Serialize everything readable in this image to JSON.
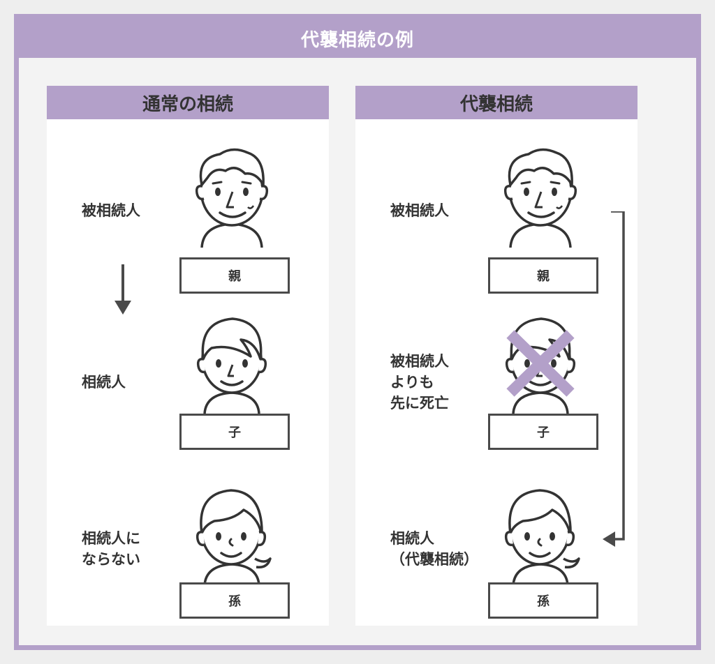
{
  "title": "代襲相続の例",
  "colors": {
    "accent": "#b3a0c9",
    "line": "#4a4a4a",
    "text": "#333333"
  },
  "panels": {
    "normal": {
      "header": "通常の相続",
      "rows": [
        {
          "role": "被相続人",
          "person": "親"
        },
        {
          "role": "相続人",
          "person": "子"
        },
        {
          "role_line1": "相続人に",
          "role_line2": "ならない",
          "person": "孫"
        }
      ]
    },
    "substitute": {
      "header": "代襲相続",
      "rows": [
        {
          "role": "被相続人",
          "person": "親"
        },
        {
          "role_line1": "被相続人",
          "role_line2": "よりも",
          "role_line3": "先に死亡",
          "person": "子"
        },
        {
          "role_line1": "相続人",
          "role_line2": "（代襲相続）",
          "person": "孫"
        }
      ]
    }
  },
  "icons": [
    "parent-face-icon",
    "child-face-icon",
    "grandchild-face-icon",
    "cross-mark-icon",
    "down-arrow-icon",
    "bracket-arrow-icon"
  ]
}
